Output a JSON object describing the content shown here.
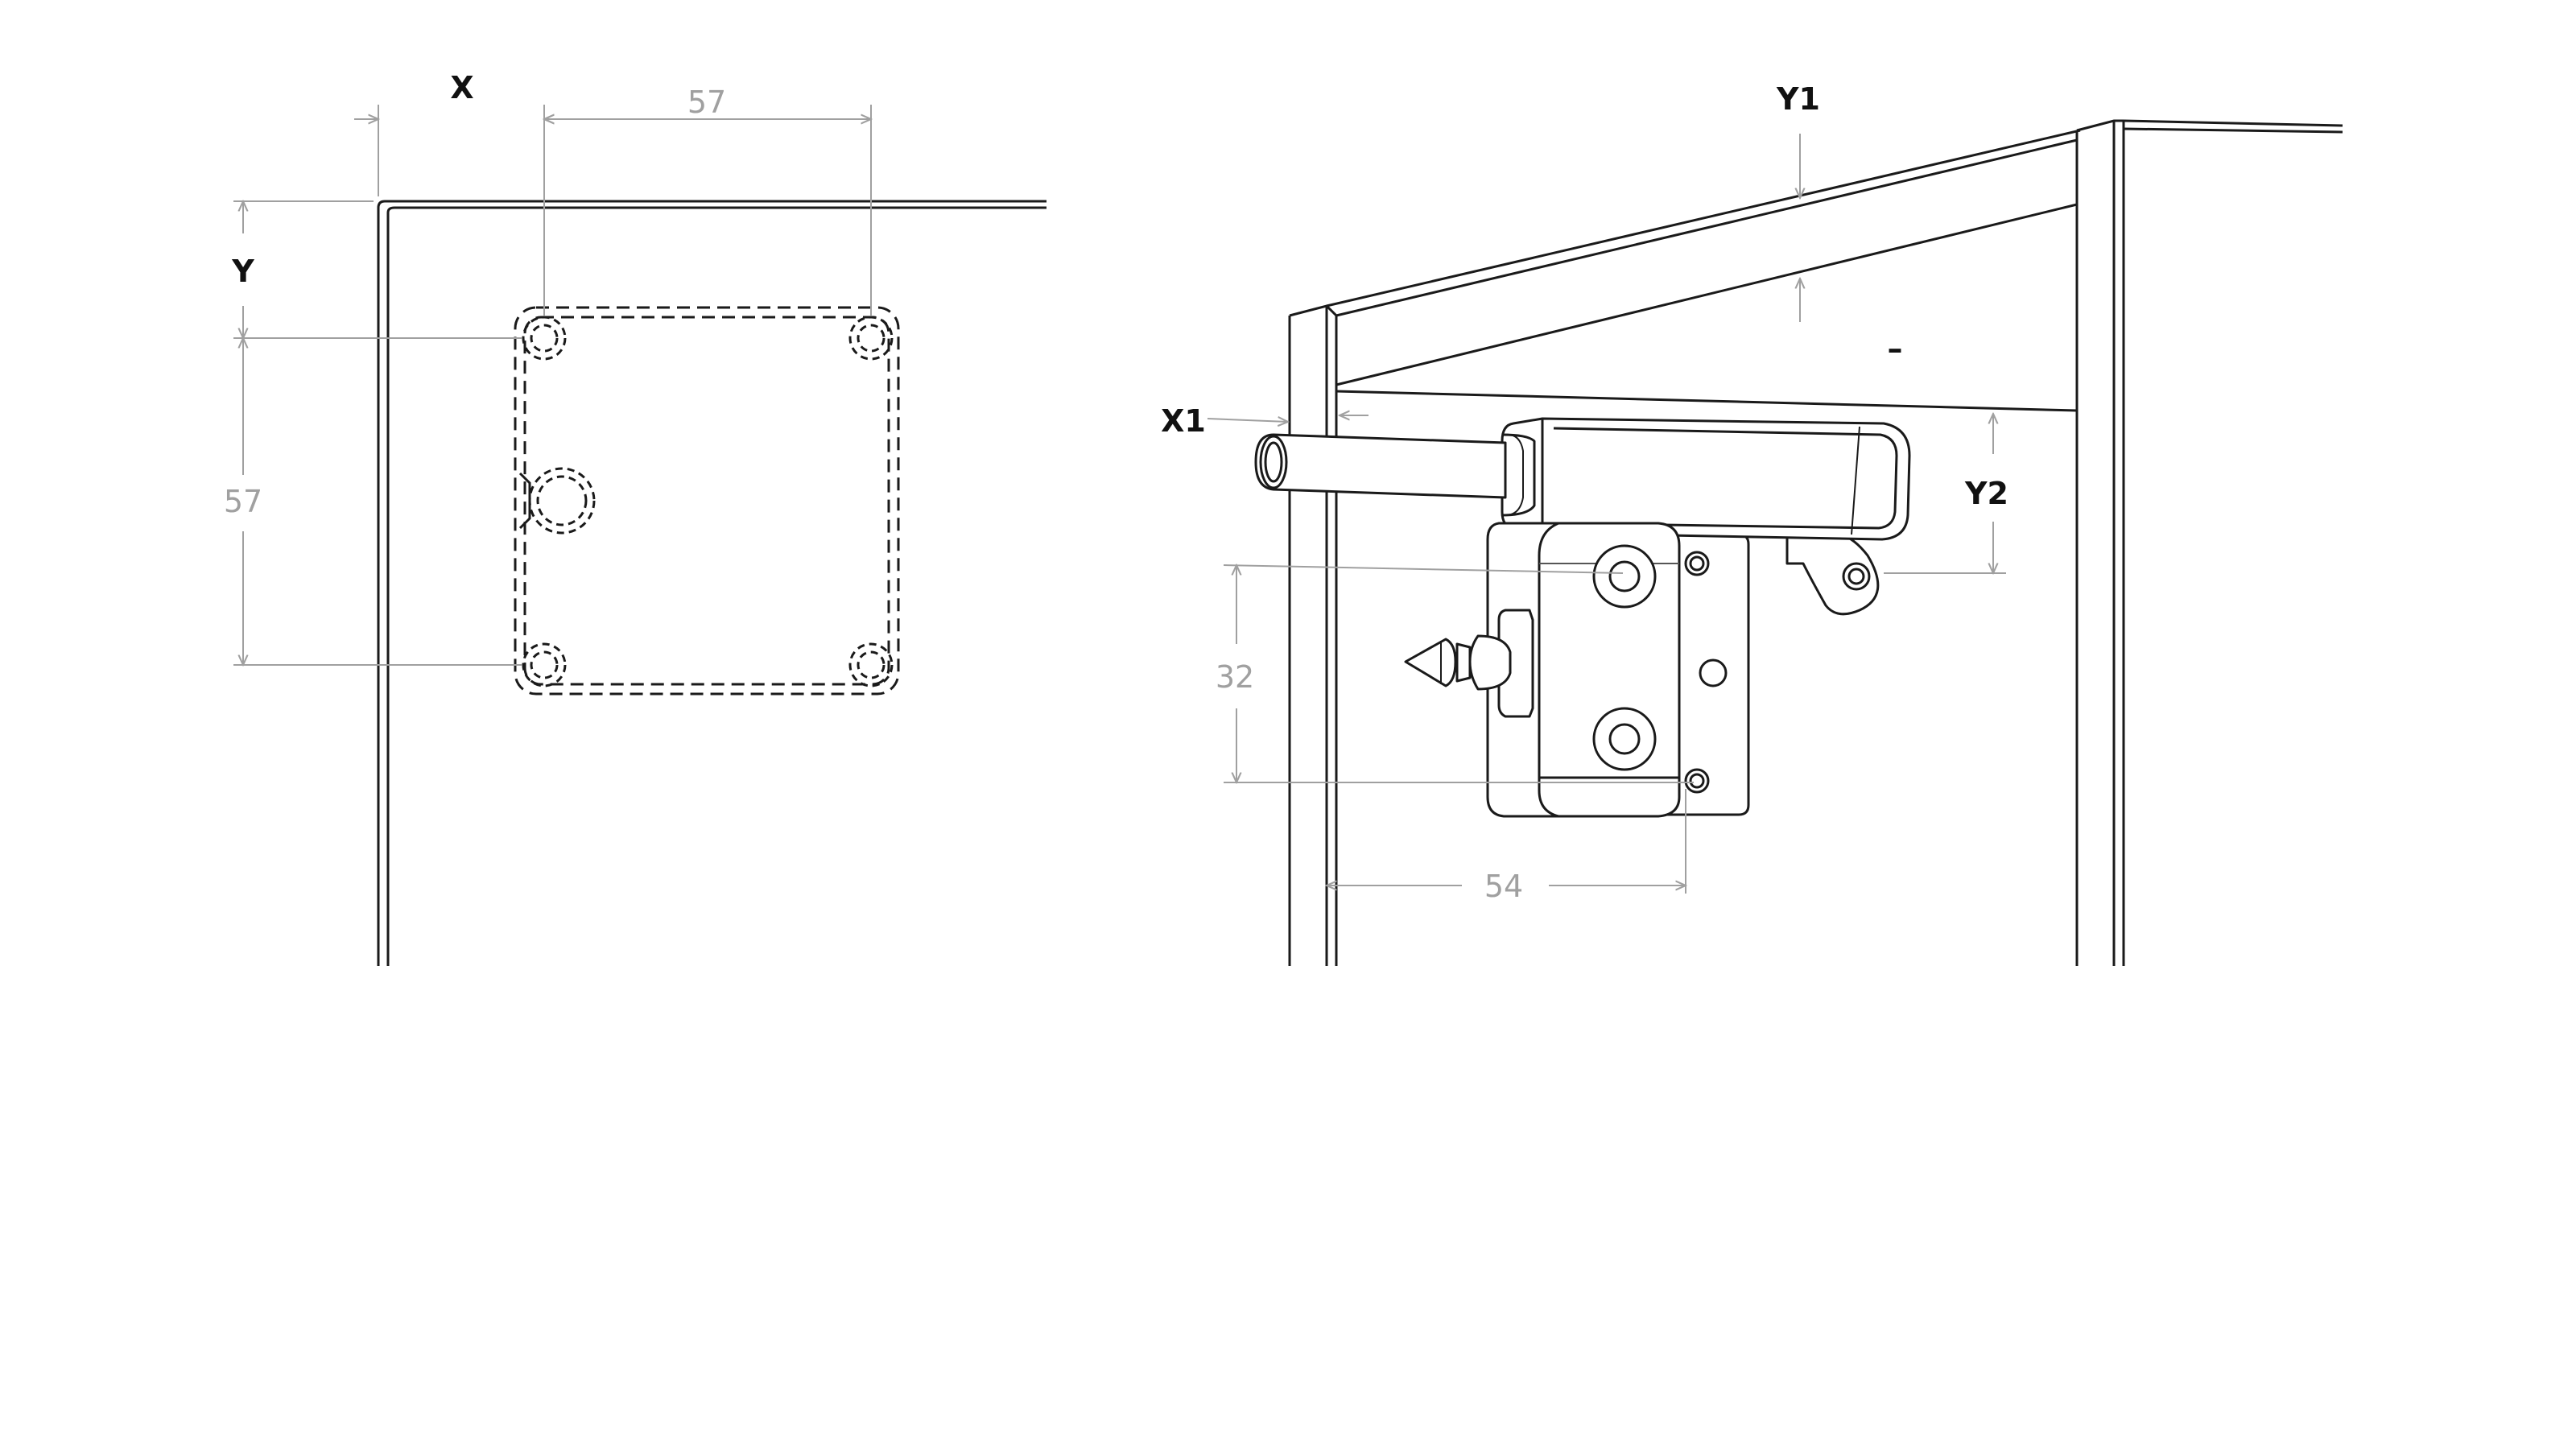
{
  "colors": {
    "line": "#1a1a1a",
    "dimension": "#a0a0a0",
    "label": "#111111",
    "background": "#ffffff"
  },
  "diagram": {
    "left_view": {
      "label_x": "X",
      "label_y": "Y",
      "dim_hole_spacing_horizontal": "57",
      "dim_hole_spacing_vertical": "57"
    },
    "right_view": {
      "label_y1": "Y1",
      "label_x1": "X1",
      "label_y2": "Y2",
      "dim_vertical": "32",
      "dim_horizontal": "54",
      "mark": "–"
    }
  }
}
